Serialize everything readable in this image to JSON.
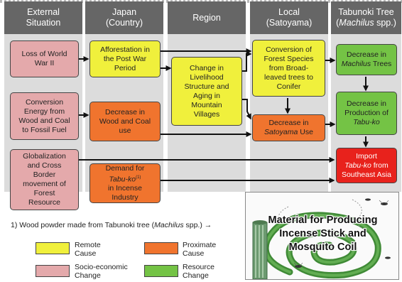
{
  "columns": [
    {
      "label": "External\nSituation"
    },
    {
      "label": "Japan\n(Country)"
    },
    {
      "label": "Region"
    },
    {
      "label": "Local\n(Satoyama)"
    },
    {
      "label_pre": "Tabunoki Tree\n(",
      "label_em": "Machilus",
      "label_post": " spp.)"
    }
  ],
  "boxes": {
    "loss_ww2": "Loss of World\nWar II",
    "conversion_energy": "Conversion\nEnergy from\nWood and Coal\nto Fossil Fuel",
    "globalization": "Globalization\nand Cross\nBorder\nmovement of\nForest\nResource",
    "afforestation": "Afforestation in\nthe Post War\nPeriod",
    "decrease_wood_coal": "Decrease in\nWood and Coal\nuse",
    "demand_pre": "Demand for",
    "demand_em": "Tabu-ko",
    "demand_sup": "(1)",
    "demand_post": "in Incense\nIndustry",
    "livelihood": "Change in\nLivelihood\nStructure and\nAging in\nMountain\nVillages",
    "conversion_species": "Conversion of\nForest Species\nfrom Broad-\nleaved trees to\nConifer",
    "decrease_satoyama_pre": "Decrease in",
    "decrease_satoyama_em": "Satoyama",
    "decrease_satoyama_post": "Use",
    "decrease_machilus_pre": "Decrease in",
    "decrease_machilus_em": "Machilus",
    "decrease_machilus_post": "Trees",
    "decrease_production_pre": "Decrease in\nProduction of",
    "decrease_production_em": "Tabu-ko",
    "import_pre": "Import",
    "import_em": "Tabu-ko",
    "import_post": "from\nSoutheast Asia"
  },
  "footnote": {
    "pre": "1) Wood powder made from Tabunoki tree (",
    "em": "Machilus",
    "post": " spp.) →"
  },
  "legend": {
    "remote": "Remote\nCause",
    "proximate": "Proximate\nCause",
    "socio": "Socio-economic\nChange",
    "resource": "Resource\nChange"
  },
  "photo": {
    "caption": "Material for Producing\nIncense Stick and\nMosquito Coil"
  },
  "colors": {
    "remote": "#f0f03c",
    "proximate": "#f0742e",
    "socio": "#e4a9ab",
    "resource": "#74c345",
    "import": "#e8221c",
    "column_bg": "#dcdcdc",
    "header_bg": "#666666"
  }
}
